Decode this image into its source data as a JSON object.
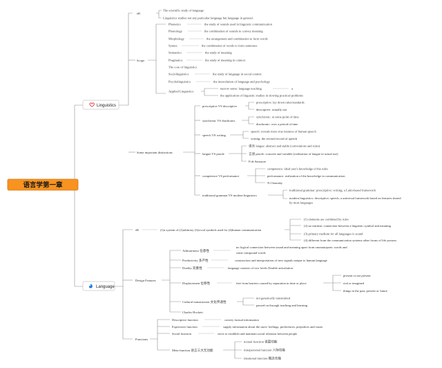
{
  "root": {
    "title": "语言学第一章"
  },
  "colors": {
    "root_fill": "#f7931e",
    "root_border": "#d9761a",
    "line": "#8a8a8a",
    "heart": "#e0393e",
    "fire": "#1f7ae0"
  },
  "linguistics": {
    "label": "Linguistics",
    "icon": "heart-icon",
    "def": {
      "label": "eR",
      "items": [
        "The scientific study of language",
        "Linguistics studies not any particular language but language in general."
      ]
    },
    "scope": {
      "label": "Scope",
      "items": [
        {
          "k": "Phonetics",
          "v": "the study of sounds used in linguistic communication"
        },
        {
          "k": "Phonology",
          "v": "the combination of sounds to convey meaning"
        },
        {
          "k": "Morphology",
          "v": "the arrangement and combination to form words"
        },
        {
          "k": "Syntax",
          "v": "the combination of words to form sentenses"
        },
        {
          "k": "Semantics",
          "v": "the study of meaning"
        },
        {
          "k": "Pragmatics",
          "v": "the study of meaning in context"
        },
        {
          "k": "The core of linguistics",
          "v": ""
        },
        {
          "k": "Sociolinguistics",
          "v": "the study of language in social context"
        },
        {
          "k": "Psycholinguistics",
          "v": "the interrelation of language and psychology"
        }
      ],
      "applied": {
        "k": "Applied Linguistics",
        "narrow": "narrow sense: language teaching",
        "a": "a",
        "broad": "the application of linguistic studies in slowing practical problems"
      }
    },
    "distinctions": {
      "label": "Some important distinctions",
      "pairs": [
        {
          "k": "prescriptive VS descriptive",
          "v": [
            "prescriptive: lay down rules/standards",
            "descriptive: actually use"
          ]
        },
        {
          "k": "synchronic VS diachronic",
          "v": [
            "synchronic: at some point of time",
            "diachronic: over a period of time"
          ]
        },
        {
          "k": "speech VS writing",
          "v": [
            "speech: reveals more true features of human speech",
            "writing: the revised record of speech"
          ]
        },
        {
          "k": "langue VS parole",
          "v": [
            "语言 langue: abstract and stable (conventions and rules)",
            "言语 parole: concrete and variable (realization of langue in actual use)",
            "F.de Saussure"
          ]
        },
        {
          "k": "competence VS performance",
          "v": [
            "competence: ideal user's knowledge of the rules",
            "performance: realization of the knowledge in communication",
            "N.Chomsky"
          ]
        },
        {
          "k": "traditional grammar VS modern linguistics",
          "v": [
            "traditional grammar: prescriptive; writing; a Latin-based framework",
            "modern linguistics: descriptive; speech; a universal framework based on features shared",
            "by most languages"
          ]
        }
      ]
    }
  },
  "language": {
    "label": "Language",
    "icon": "fire-icon",
    "def": {
      "label": "eR",
      "text": "(1)a system of (2)arbitrary (3)vocal symbols used for (4)human communication",
      "items": [
        "(1) elements are combined by rules",
        "(2) no intrinsic connection between a linguistic symbol and meaning",
        "(3) primary medium for all languages is sound",
        "(4) different from the communication systems other forms of life possess"
      ]
    },
    "features": {
      "label": "Design Features",
      "arbitrariness": {
        "k": "Arbitrariness 任意性",
        "v": [
          "no logical connection between sound and meaning apart from onomatopoeic words and",
          "some compound words"
        ]
      },
      "productivity": {
        "k": "Productivity 多产性",
        "v": "construction and interpretation of new signals unique to human language"
      },
      "duality": {
        "k": "Duality 双重性",
        "v": "language consists of two levels Double articulation"
      },
      "displacement": {
        "k": "Displacement 位移性",
        "v": "free from barriers caused by separation in time or place",
        "sub": [
          "present or not present",
          "real or imagined",
          "things in the past, present or future"
        ]
      },
      "cultural": {
        "k": "Cultural transmission 文化传递性",
        "v": [
          "not genetically transmitted",
          "passed on through teaching and learning"
        ]
      },
      "hockett": "Charles Hockett"
    },
    "functions": {
      "label": "Functions",
      "items": [
        {
          "k": "Descriptive function",
          "v": "convey factual information"
        },
        {
          "k": "Expressive function",
          "v": "supply information about the users' feelings, preferences, prejudices and vaues"
        },
        {
          "k": "Social function",
          "v": "serve to establish and maintain social relations between people"
        }
      ],
      "meta": {
        "k": "Meta-function 语言三大元功能",
        "v": [
          "textual function 语篇功能",
          "interpersonal function 人际功能",
          "ideational function 概念功能"
        ]
      }
    }
  }
}
